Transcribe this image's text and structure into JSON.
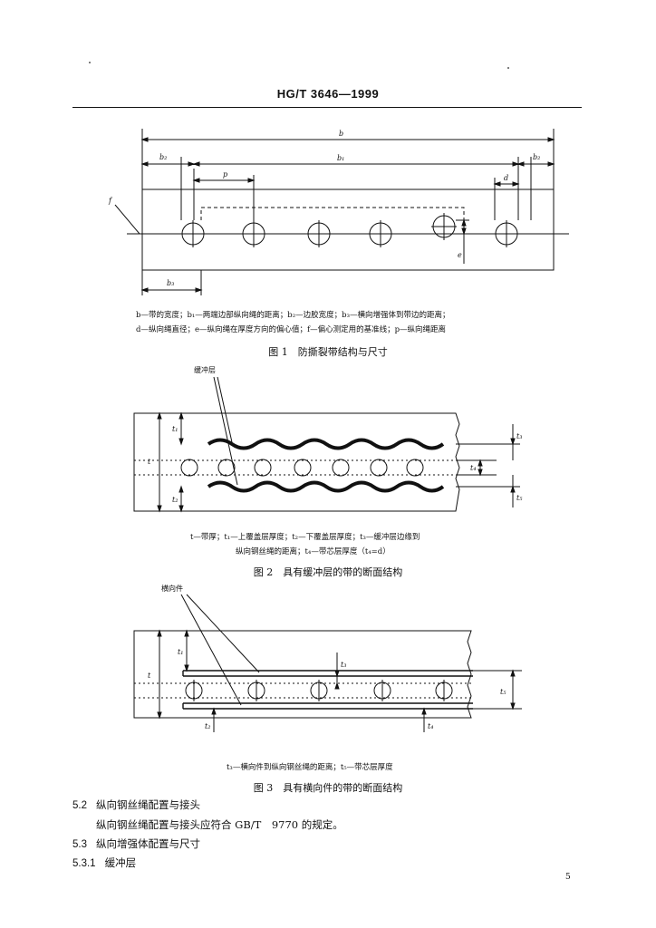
{
  "header": {
    "title": "HG/T 3646—1999"
  },
  "figure1": {
    "labels": {
      "b": "b",
      "b1": "b₁",
      "b2": "b₂",
      "b3": "b₃",
      "p": "p",
      "d": "d",
      "e": "e",
      "f": "f"
    },
    "legend_line1": "b—带的宽度；b₁—两端边部纵向绳的距离；b₂—边胶宽度；b₃—横向增强体到带边的距离；",
    "legend_line2": "d—纵向绳直径；e—纵向绳在厚度方向的偏心值；f—偏心测定用的基准线；p—纵向绳距离",
    "caption": "图 1　防撕裂带结构与尺寸"
  },
  "figure2": {
    "labels": {
      "callout": "缓冲层",
      "t": "t",
      "t1": "t₁",
      "t2": "t₂",
      "t3": "t₃",
      "t4": "t₄",
      "t5": "t₅"
    },
    "legend_line1": "t—带厚；t₁—上覆盖层厚度；t₂—下覆盖层厚度；t₃—缓冲层边缘到",
    "legend_line2": "纵向钢丝绳的距离；t₄—带芯层厚度（t₄=d）",
    "caption": "图 2　具有缓冲层的带的断面结构"
  },
  "figure3": {
    "labels": {
      "callout": "横向件",
      "t": "t",
      "t1": "t₁",
      "t2": "t₂",
      "t3": "t₃",
      "t4": "t₄",
      "t5": "t₅"
    },
    "legend_line1": "t₃—横向件到纵向钢丝绳的距离；t₅—带芯层厚度",
    "caption": "图 3　具有横向件的带的断面结构"
  },
  "sections": [
    {
      "num": "5.2",
      "title": "纵向钢丝绳配置与接头"
    },
    {
      "num": "",
      "title": "纵向钢丝绳配置与接头应符合 GB/T　9770 的规定。"
    },
    {
      "num": "5.3",
      "title": "纵向增强体配置与尺寸"
    },
    {
      "num": "5.3.1",
      "title": "缓冲层"
    }
  ],
  "page_number": "5"
}
